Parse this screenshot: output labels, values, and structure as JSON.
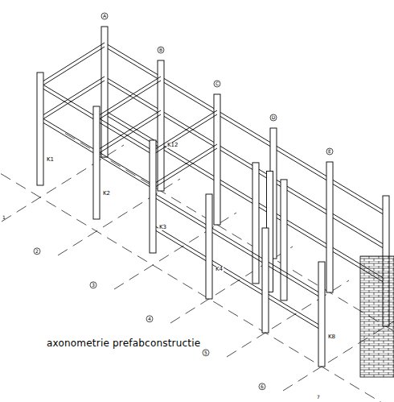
{
  "diagram": {
    "caption": "axonometrie prefabconstructie",
    "labels": [
      "K1",
      "K2",
      "K3",
      "K4",
      "K8",
      "K12",
      "1",
      "2",
      "3",
      "4",
      "5",
      "6",
      "7",
      "A",
      "B",
      "C",
      "D",
      "E"
    ]
  }
}
